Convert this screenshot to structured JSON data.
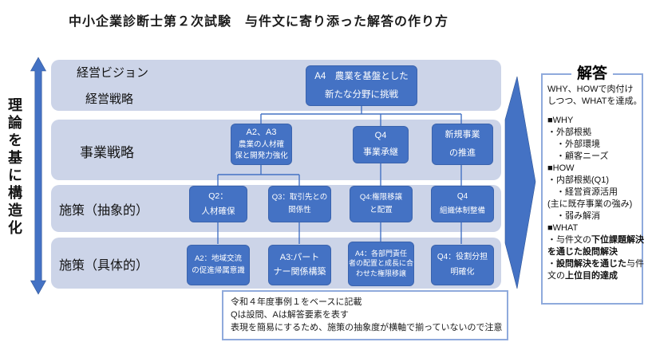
{
  "title": "中小企業診断士第２次試験　与件文に寄り添った解答の作り方",
  "colors": {
    "band_fill": "#ccd4e8",
    "node_fill": "#4472c4",
    "connector": "#4472c4",
    "panel_border": "#8faadc",
    "arrow_fill": "#4472c4"
  },
  "left_axis": {
    "label": "理論を基に構造化"
  },
  "bands": [
    {
      "id": "vision",
      "labels": [
        "経営ビジョン",
        "経営戦略"
      ]
    },
    {
      "id": "strategy",
      "labels": [
        "事業戦略"
      ]
    },
    {
      "id": "abstract",
      "labels": [
        "施策（抽象的）"
      ]
    },
    {
      "id": "concrete",
      "labels": [
        "施策（具体的）"
      ]
    }
  ],
  "nodes": [
    {
      "id": "a4-vision",
      "lines": [
        "A4　農業を基盤とした",
        "新たな分野に挑戦"
      ]
    },
    {
      "id": "a2a3-hr-dev",
      "lines": [
        "A2、A3",
        "農業の人材確",
        "保と開発力強化"
      ]
    },
    {
      "id": "q4-succession",
      "lines": [
        "Q4",
        "事業承継"
      ]
    },
    {
      "id": "new-business",
      "lines": [
        "新規事業",
        "の推進"
      ]
    },
    {
      "id": "q2-hr",
      "lines": [
        "Q2：",
        "人材確保"
      ]
    },
    {
      "id": "q3-partners",
      "lines": [
        "Q3：取引先との",
        "関係性"
      ]
    },
    {
      "id": "q4-delegation",
      "lines": [
        "Q4:権限移譲",
        "と配置"
      ]
    },
    {
      "id": "q4-org",
      "lines": [
        "Q4",
        "組織体制整備"
      ]
    },
    {
      "id": "a2-community",
      "lines": [
        "A2：地域交流",
        "の促進帰属意識"
      ]
    },
    {
      "id": "a3-partnership",
      "lines": [
        "A3:パート",
        "ナー関係構築"
      ]
    },
    {
      "id": "a4-delegation",
      "lines": [
        "A4：各部門責任",
        "者の配置と成長に合",
        "わせた権限移譲"
      ]
    },
    {
      "id": "q4-roles",
      "lines": [
        "Q4：役割分担",
        "明確化"
      ]
    }
  ],
  "answer_panel": {
    "title": "解答",
    "lines": [
      {
        "segments": [
          {
            "text": "WHY、HOWで肉付け",
            "bold": false
          }
        ]
      },
      {
        "segments": [
          {
            "text": "しつつ、WHATを達成。",
            "bold": false
          }
        ]
      },
      {
        "gap": true
      },
      {
        "segments": [
          {
            "text": "■WHY",
            "bold": false
          }
        ]
      },
      {
        "segments": [
          {
            "text": "・外部根拠",
            "bold": false
          }
        ]
      },
      {
        "segments": [
          {
            "text": "　・外部環境",
            "bold": false
          }
        ]
      },
      {
        "segments": [
          {
            "text": "　・顧客ニーズ",
            "bold": false
          }
        ]
      },
      {
        "segments": [
          {
            "text": "■HOW",
            "bold": false
          }
        ]
      },
      {
        "segments": [
          {
            "text": "・内部根拠(Q1)",
            "bold": false
          }
        ]
      },
      {
        "segments": [
          {
            "text": "　・経営資源活用",
            "bold": false
          }
        ]
      },
      {
        "segments": [
          {
            "text": "(主に既存事業の強み)",
            "bold": false
          }
        ]
      },
      {
        "segments": [
          {
            "text": "　・弱み解消",
            "bold": false
          }
        ]
      },
      {
        "segments": [
          {
            "text": "■WHAT",
            "bold": false
          }
        ]
      },
      {
        "segments": [
          {
            "text": "・与件文の",
            "bold": false
          },
          {
            "text": "下位課題解決",
            "bold": true
          }
        ]
      },
      {
        "segments": [
          {
            "text": "を通じた設問解決",
            "bold": true
          }
        ]
      },
      {
        "segments": [
          {
            "text": "・",
            "bold": false
          },
          {
            "text": "設問解決を通じた",
            "bold": true
          },
          {
            "text": "与件",
            "bold": false
          }
        ]
      },
      {
        "segments": [
          {
            "text": "文の",
            "bold": false
          },
          {
            "text": "上位目的達成",
            "bold": true
          }
        ]
      }
    ]
  },
  "note": {
    "lines": [
      "令和４年度事例１をベースに記載",
      "Qは設問、Aは解答要素を表す",
      "表現を簡易にするため、施策の抽象度が横軸で揃っていないので注意"
    ]
  }
}
